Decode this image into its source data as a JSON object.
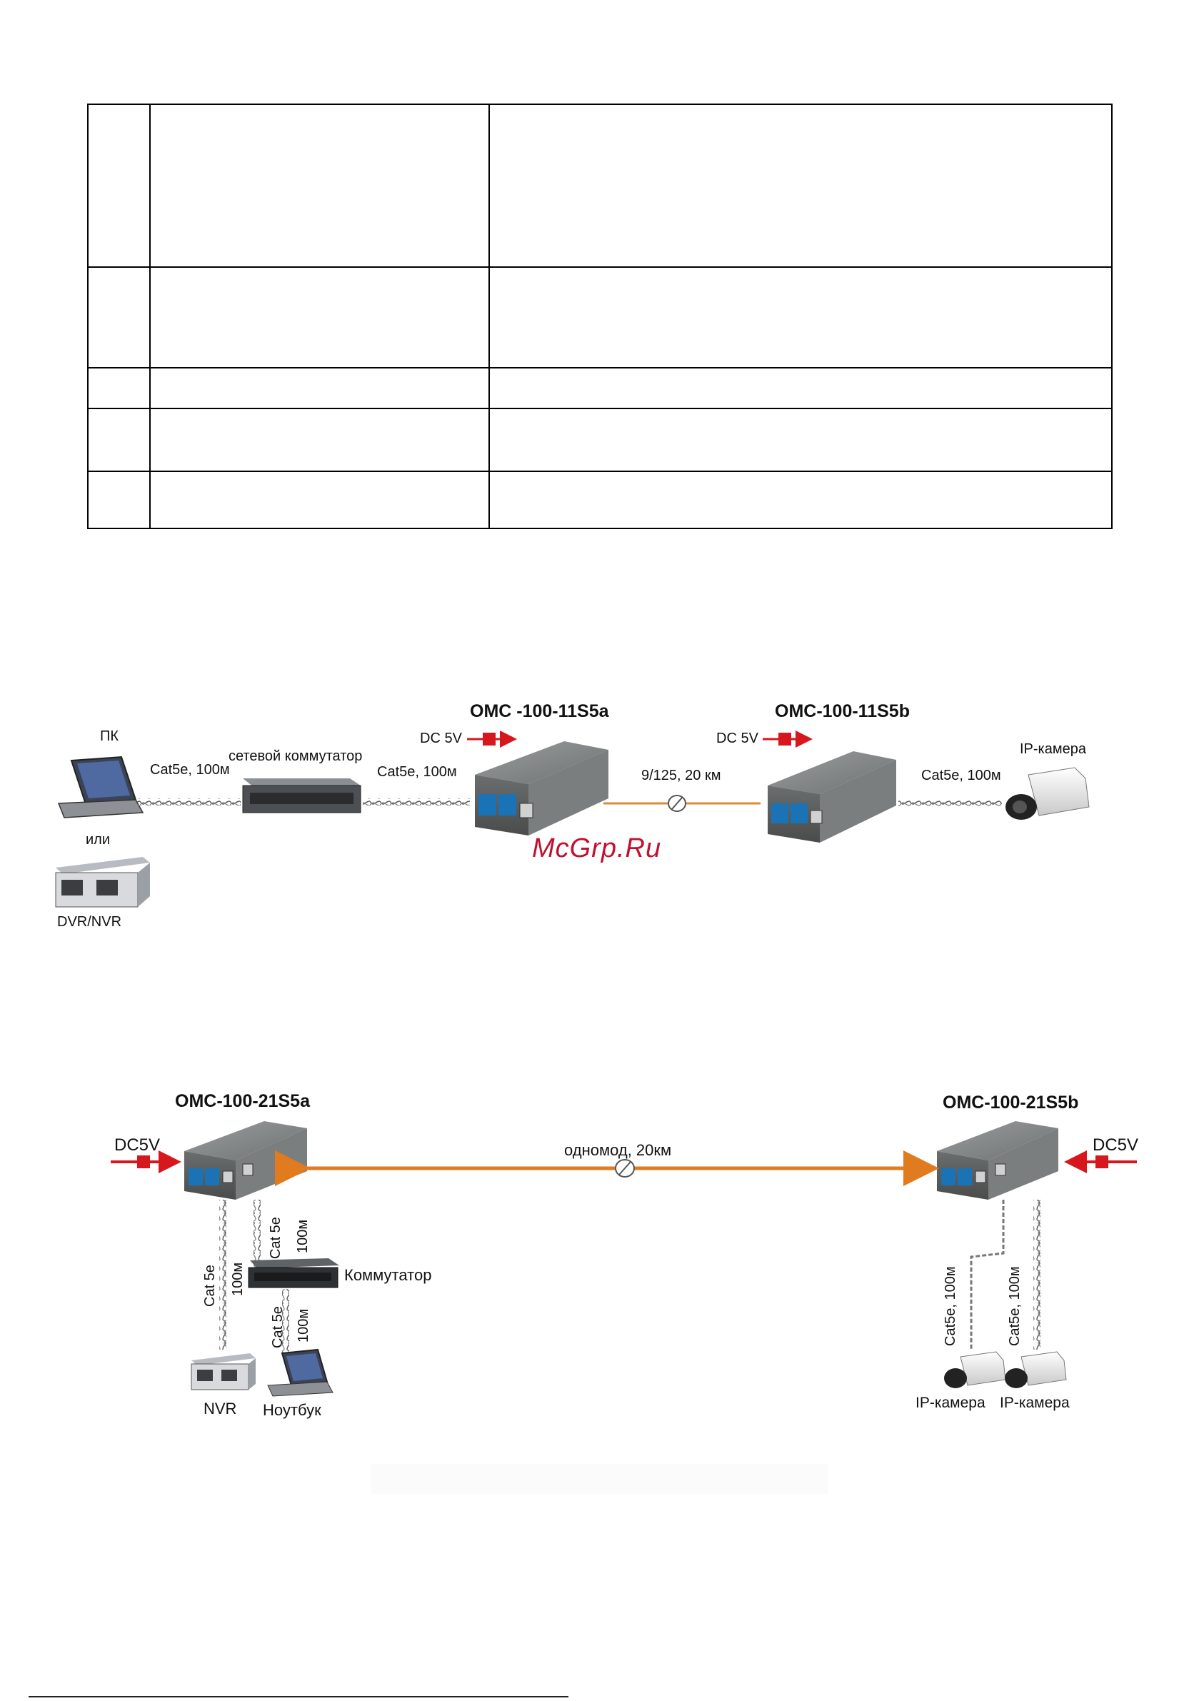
{
  "table": {
    "rows": [
      {
        "num": "",
        "name": "",
        "value": ""
      },
      {
        "num": "",
        "name": "",
        "value": ""
      },
      {
        "num": "",
        "name": "",
        "value": ""
      },
      {
        "num": "",
        "name": "",
        "value": ""
      },
      {
        "num": "",
        "name": "",
        "value": ""
      }
    ]
  },
  "diagram1": {
    "pc_label": "ПК",
    "or_label": "или",
    "dvr_label": "DVR/NVR",
    "switch_label": "сетевой коммутатор",
    "cable1_label": "Cat5e, 100м",
    "cable2_label": "Cat5e, 100м",
    "model_a": "OMC -100-11S5a",
    "model_b": "OMC-100-11S5b",
    "power_a": "DC 5V",
    "power_b": "DC 5V",
    "fiber_label": "9/125,  20 км",
    "cable3_label": "Cat5e, 100м",
    "camera_label": "IP-камера"
  },
  "watermark": "McGrp.Ru",
  "diagram2": {
    "model_a": "OMC-100-21S5a",
    "model_b": "OMC-100-21S5b",
    "power_a": "DC5V",
    "power_b": "DC5V",
    "fiber_label": "одномод, 20км",
    "switch_label": "Коммутатор",
    "cable_main": "Cat 5e",
    "cable_main_len": "100м",
    "cable_up": "Cat 5e",
    "cable_up_len": "100м",
    "cable_down": "Cat 5e",
    "cable_down_len": "100м",
    "nvr_label": "NVR",
    "laptop_label": "Ноутбук",
    "cam_cable1": "Cat5e, 100м",
    "cam_cable2": "Cat5e, 100м",
    "camera1_label": "IP-камера",
    "camera2_label": "IP-камера"
  },
  "colors": {
    "fiber": "#e07b20",
    "fiber_thin": "#d98a3a",
    "power_arrow": "#d6181e",
    "device": "#7d8080",
    "cable": "#666666"
  }
}
